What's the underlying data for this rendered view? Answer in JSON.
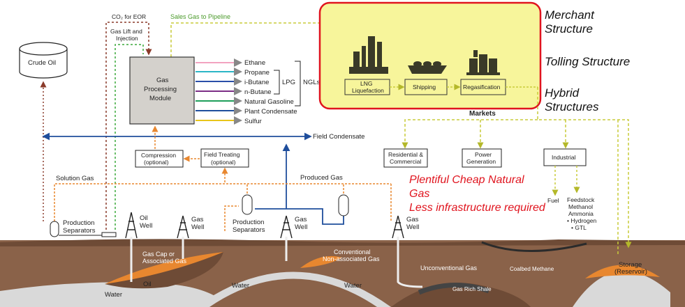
{
  "top_labels": {
    "co2_eor": "CO₂ for EOR",
    "gas_lift": "Gas Lift and",
    "injection": "Injection",
    "sales_gas": "Sales Gas to Pipeline"
  },
  "crude_oil": "Crude Oil",
  "gpm": {
    "line1": "Gas",
    "line2": "Processing",
    "line3": "Module"
  },
  "products": [
    "Ethane",
    "Propane",
    "i-Butane",
    "n-Butane",
    "Natural Gasoline",
    "Plant Condensate",
    "Sulfur"
  ],
  "lpg": "LPG",
  "ngls": "NGLs",
  "lng_chain": {
    "liquefaction_1": "LNG",
    "liquefaction_2": "Liquefaction",
    "shipping": "Shipping",
    "regas": "Regasification"
  },
  "structures": {
    "merchant_1": "Merchant",
    "merchant_2": "Structure",
    "tolling": "Tolling Structure",
    "hybrid_1": "Hybrid",
    "hybrid_2": "Structures"
  },
  "markets": "Markets",
  "market_boxes": {
    "residential_1": "Residential &",
    "residential_2": "Commercial",
    "power_1": "Power",
    "power_2": "Generation",
    "industrial": "Industrial"
  },
  "industrial_uses": {
    "fuel": "Fuel",
    "feedstock": [
      "Feedstock",
      "Methanol",
      "Ammonia",
      "• Hydrogen",
      "• GTL"
    ]
  },
  "field_condensate": "Field Condensate",
  "compression": {
    "line1": "Compression",
    "line2": "(optional)"
  },
  "field_treating": {
    "line1": "Field Treating",
    "line2": "(optional)"
  },
  "solution_gas": "Solution Gas",
  "produced_gas": "Produced Gas",
  "production_separators_left": {
    "line1": "Production",
    "line2": "Separators"
  },
  "production_separators_mid": {
    "line1": "Production",
    "line2": "Separators"
  },
  "wells": {
    "oil_well": {
      "line1": "Oil",
      "line2": "Well"
    },
    "gas_well_1": {
      "line1": "Gas",
      "line2": "Well"
    },
    "gas_well_2": {
      "line1": "Gas",
      "line2": "Well"
    },
    "gas_well_3": {
      "line1": "Gas",
      "line2": "Well"
    }
  },
  "red_notes": {
    "line1": "Plentiful Cheap Natural",
    "line2": "Gas",
    "line3": "Less infrastructure required"
  },
  "subsurface": {
    "gas_cap_1": "Gas Cap or",
    "gas_cap_2": "Associated Gas",
    "oil": "Oil",
    "water_left": "Water",
    "water_mid": "Water",
    "water_mid2": "Water",
    "conventional_1": "Conventional",
    "conventional_2": "Non-associated Gas",
    "unconventional": "Unconventional Gas",
    "gas_rich_shale": "Gas Rich Shale",
    "coalbed": "Coalbed Methane",
    "storage_1": "Storage",
    "storage_2": "(Reservoir)"
  },
  "colors": {
    "earth": "#8a6249",
    "earth_dark": "#6e4b36",
    "orange": "#e8872f",
    "blue": "#1f4e9c",
    "green_dash": "#3aa83a",
    "yellow_dash": "#c8cc3a",
    "highlight": "#f7f59b",
    "red_border": "#e0141e",
    "gpm_fill": "#d4d1cc",
    "product_green": "#1e9e5a"
  }
}
